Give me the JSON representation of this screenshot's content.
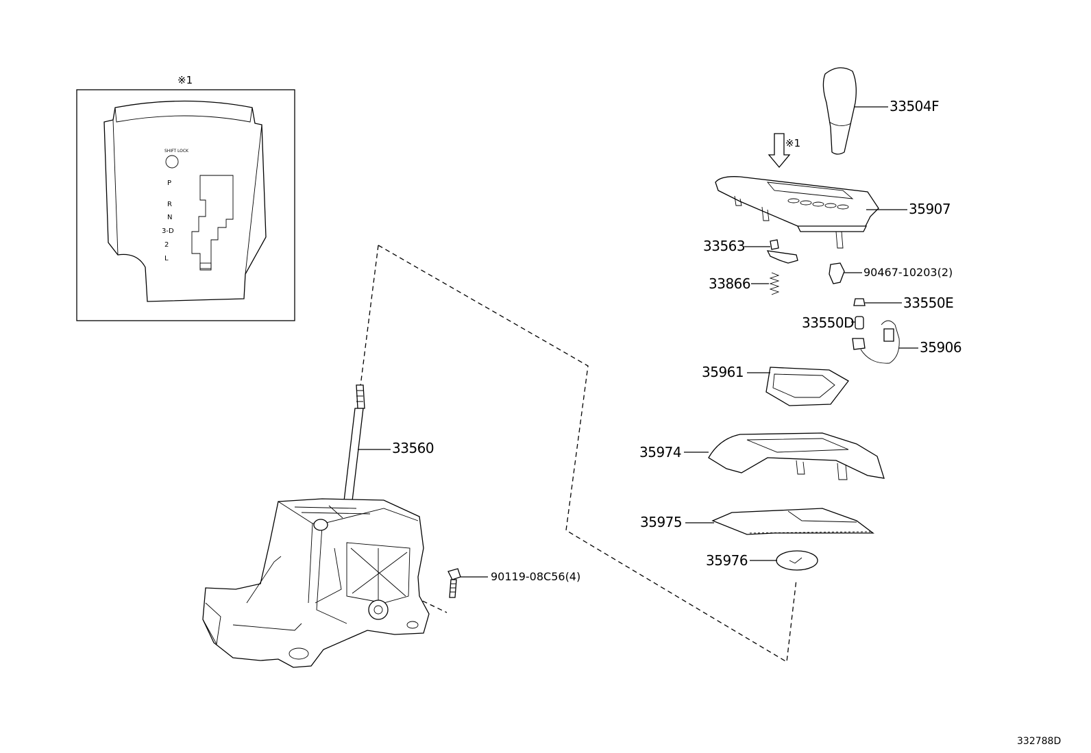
{
  "inset": {
    "marker": "※1",
    "gates": [
      "P",
      "R",
      "N",
      "3-D",
      "2",
      "L"
    ]
  },
  "arrow_marker": "※1",
  "labels": {
    "p33504F": "33504F",
    "p35907": "35907",
    "p33563": "33563",
    "p90467": "90467-10203(2)",
    "p33866": "33866",
    "p33550E": "33550E",
    "p33550D": "33550D",
    "p35906": "35906",
    "p35961": "35961",
    "p35974": "35974",
    "p35975": "35975",
    "p35976": "35976",
    "p33560": "33560",
    "p90119": "90119-08C56(4)"
  },
  "diagram_id": "332788D"
}
